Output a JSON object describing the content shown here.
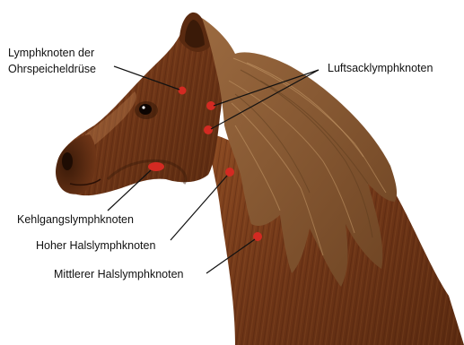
{
  "labels": {
    "parotid": [
      "Lymphknoten der",
      "Ohrspeicheldrüse"
    ],
    "guttural": "Luftsacklymphknoten",
    "mandibular": "Kehlgangslymphknoten",
    "upper_cervical": "Hoher Halslymphknoten",
    "middle_cervical": "Mittlerer Halslymphknoten"
  },
  "colors": {
    "coat": "#7a3d1c",
    "coat_dark": "#4a200c",
    "mane": "#8a5a34",
    "node": "#d32a22",
    "leader": "#111111"
  }
}
